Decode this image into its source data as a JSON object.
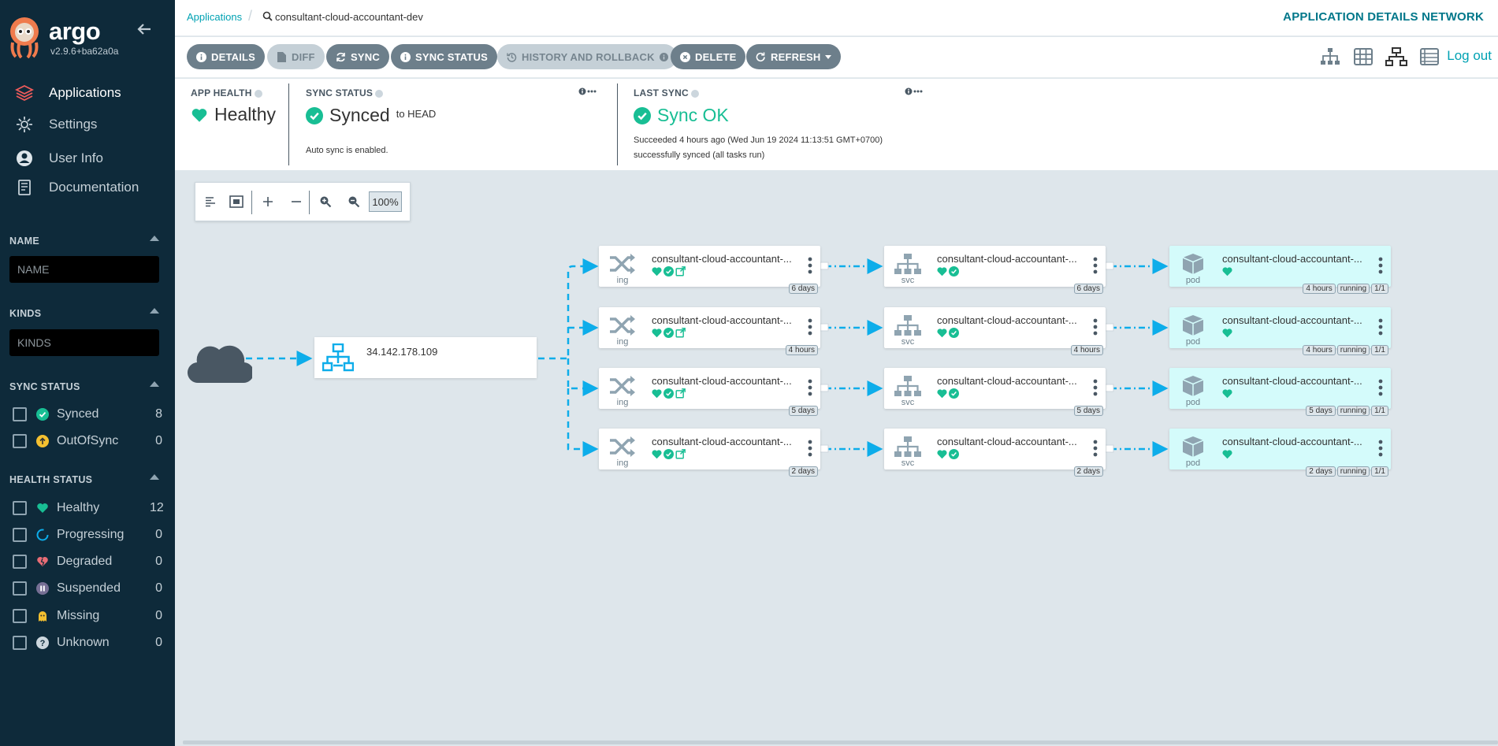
{
  "colors": {
    "sidebar_bg": "#0e2a3a",
    "accent": "#00a2b3",
    "healthy": "#18be94",
    "link": "#1fbdd3",
    "button": "#6d7f8b"
  },
  "sidebar": {
    "brand": "argo",
    "version": "v2.9.6+ba62a0a",
    "nav": [
      {
        "label": "Applications",
        "icon": "layers-icon"
      },
      {
        "label": "Settings",
        "icon": "gear-icon"
      },
      {
        "label": "User Info",
        "icon": "user-icon"
      },
      {
        "label": "Documentation",
        "icon": "book-icon"
      }
    ],
    "name_filter": {
      "title": "NAME",
      "placeholder": "NAME"
    },
    "kinds_filter": {
      "title": "KINDS",
      "placeholder": "KINDS"
    },
    "sync_status": {
      "title": "SYNC STATUS",
      "items": [
        {
          "label": "Synced",
          "count": "8"
        },
        {
          "label": "OutOfSync",
          "count": "0"
        }
      ]
    },
    "health_status": {
      "title": "HEALTH STATUS",
      "items": [
        {
          "label": "Healthy",
          "count": "12"
        },
        {
          "label": "Progressing",
          "count": "0"
        },
        {
          "label": "Degraded",
          "count": "0"
        },
        {
          "label": "Suspended",
          "count": "0"
        },
        {
          "label": "Missing",
          "count": "0"
        },
        {
          "label": "Unknown",
          "count": "0"
        }
      ]
    }
  },
  "topbar": {
    "breadcrumb_root": "Applications",
    "breadcrumb_app": "consultant-cloud-accountant-dev",
    "page_title": "APPLICATION DETAILS NETWORK"
  },
  "toolbar": {
    "details": "DETAILS",
    "diff": "DIFF",
    "sync": "SYNC",
    "sync_status": "SYNC STATUS",
    "history": "HISTORY AND ROLLBACK",
    "delete": "DELETE",
    "refresh": "REFRESH",
    "logout": "Log out"
  },
  "status": {
    "app_health_label": "APP HEALTH",
    "app_health_value": "Healthy",
    "sync_status_label": "SYNC STATUS",
    "sync_status_value": "Synced",
    "sync_target": "to HEAD",
    "auto_sync": "Auto sync is enabled.",
    "last_sync_label": "LAST SYNC",
    "last_sync_value": "Sync OK",
    "last_sync_time": "Succeeded 4 hours ago (Wed Jun 19 2024 11:13:51 GMT+0700)",
    "last_sync_message": "successfully synced (all tasks run)"
  },
  "graph": {
    "zoom": "100%",
    "load_balancer": "34.142.178.109",
    "rows": [
      {
        "ing": {
          "name": "consultant-cloud-accountant-...",
          "kind": "ing",
          "age": "6 days"
        },
        "svc": {
          "name": "consultant-cloud-accountant-...",
          "kind": "svc",
          "age": "6 days"
        },
        "pod": {
          "name": "consultant-cloud-accountant-...",
          "kind": "pod",
          "age": "4 hours",
          "state": "running",
          "ready": "1/1"
        }
      },
      {
        "ing": {
          "name": "consultant-cloud-accountant-...",
          "kind": "ing",
          "age": "4 hours"
        },
        "svc": {
          "name": "consultant-cloud-accountant-...",
          "kind": "svc",
          "age": "4 hours"
        },
        "pod": {
          "name": "consultant-cloud-accountant-...",
          "kind": "pod",
          "age": "4 hours",
          "state": "running",
          "ready": "1/1"
        }
      },
      {
        "ing": {
          "name": "consultant-cloud-accountant-...",
          "kind": "ing",
          "age": "5 days"
        },
        "svc": {
          "name": "consultant-cloud-accountant-...",
          "kind": "svc",
          "age": "5 days"
        },
        "pod": {
          "name": "consultant-cloud-accountant-...",
          "kind": "pod",
          "age": "5 days",
          "state": "running",
          "ready": "1/1"
        }
      },
      {
        "ing": {
          "name": "consultant-cloud-accountant-...",
          "kind": "ing",
          "age": "2 days"
        },
        "svc": {
          "name": "consultant-cloud-accountant-...",
          "kind": "svc",
          "age": "2 days"
        },
        "pod": {
          "name": "consultant-cloud-accountant-...",
          "kind": "pod",
          "age": "2 days",
          "state": "running",
          "ready": "1/1"
        }
      }
    ]
  }
}
